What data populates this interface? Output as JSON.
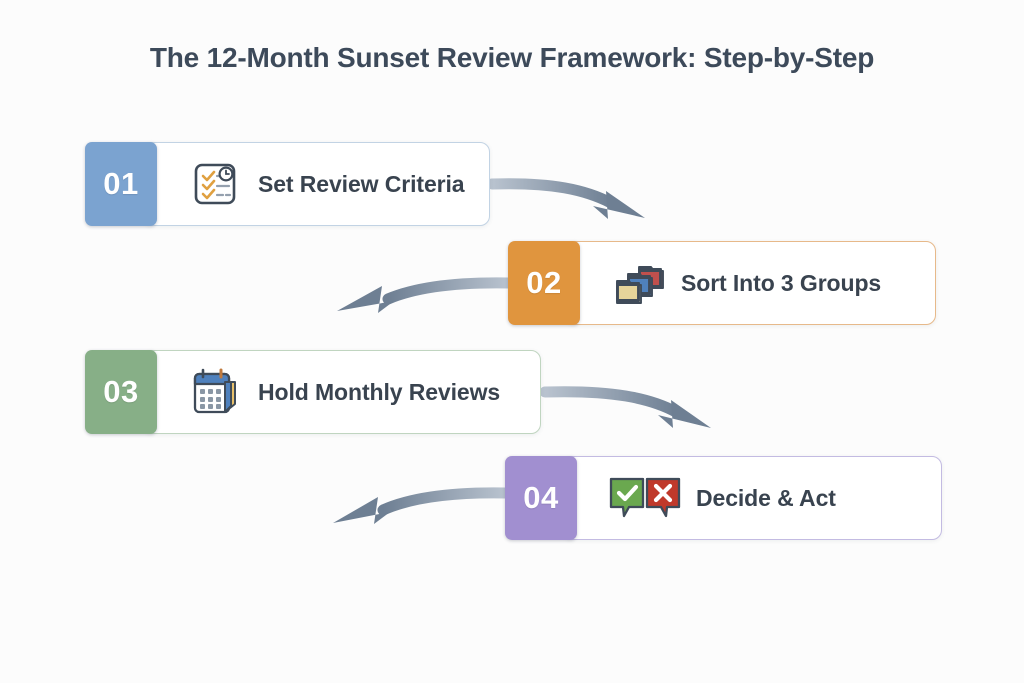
{
  "page": {
    "title": "The 12-Month Sunset Review Framework: Step-by-Step",
    "background_color": "#fcfcfc",
    "title_color": "#3d4a5a",
    "arrow_color": "#6e7f93"
  },
  "steps": [
    {
      "number": "01",
      "label": "Set Review Criteria",
      "icon": "checklist-clock-icon",
      "badge_color": "#7ba3d0",
      "border_color": "#c2d3e4"
    },
    {
      "number": "02",
      "label": "Sort Into 3 Groups",
      "icon": "stacked-folders-icon",
      "badge_color": "#e0953e",
      "border_color": "#e7b98a"
    },
    {
      "number": "03",
      "label": "Hold Monthly Reviews",
      "icon": "calendar-icon",
      "badge_color": "#87af87",
      "border_color": "#c0d5c0"
    },
    {
      "number": "04",
      "label": "Decide & Act",
      "icon": "approve-reject-bubbles-icon",
      "badge_color": "#a18fd0",
      "border_color": "#c3bbe2"
    }
  ],
  "arrows": [
    {
      "name": "arrow-step1-to-step2",
      "direction": "right-down"
    },
    {
      "name": "arrow-step2-to-step3",
      "direction": "left-down"
    },
    {
      "name": "arrow-step3-to-step4",
      "direction": "right-down"
    },
    {
      "name": "arrow-step4-onward",
      "direction": "left-down"
    }
  ]
}
